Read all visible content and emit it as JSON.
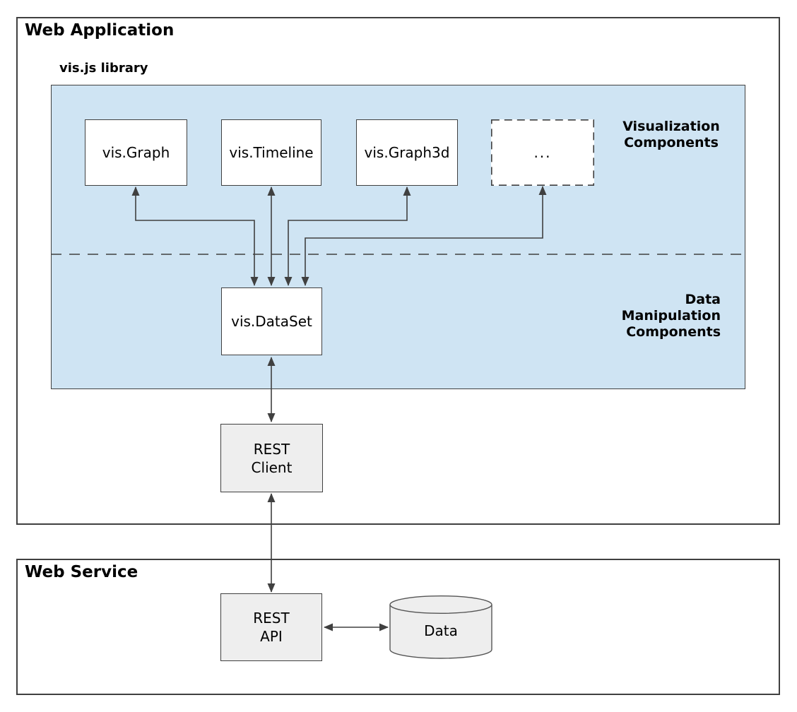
{
  "colors": {
    "library_fill": "#cfe4f3",
    "stroke": "#404040",
    "gray_fill": "#eeeeee",
    "text": "#000000"
  },
  "web_application": {
    "title": "Web Application"
  },
  "vis_library": {
    "title": "vis.js library",
    "visualization_label": {
      "line1": "Visualization",
      "line2": "Components"
    },
    "data_manipulation_label": {
      "line1": "Data",
      "line2": "Manipulation",
      "line3": "Components"
    },
    "components": {
      "graph": "vis.Graph",
      "timeline": "vis.Timeline",
      "graph3d": "vis.Graph3d",
      "more": "...",
      "dataset": "vis.DataSet"
    }
  },
  "rest_client": {
    "line1": "REST",
    "line2": "Client"
  },
  "web_service": {
    "title": "Web Service",
    "rest_api": {
      "line1": "REST",
      "line2": "API"
    },
    "data_store": {
      "label": "Data"
    }
  }
}
